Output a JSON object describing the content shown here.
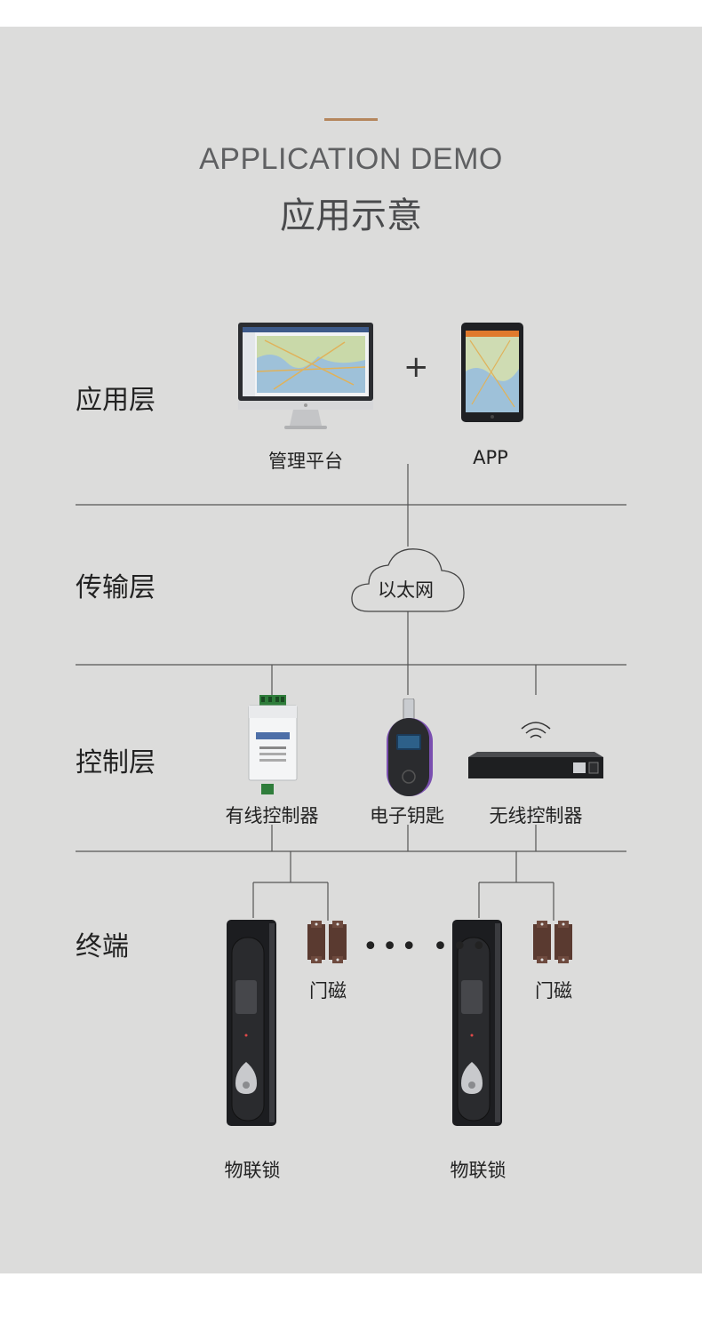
{
  "header": {
    "title_en": "APPLICATION DEMO",
    "title_cn": "应用示意"
  },
  "layers": {
    "application": "应用层",
    "transmission": "传输层",
    "control": "控制层",
    "terminal": "终端"
  },
  "application_items": {
    "platform": "管理平台",
    "plus": "+",
    "app": "APP"
  },
  "transmission": {
    "network": "以太网"
  },
  "control_items": {
    "wired": "有线控制器",
    "ekey": "电子钥匙",
    "wireless": "无线控制器"
  },
  "terminal_items": {
    "sensor_left": "门磁",
    "sensor_right": "门磁",
    "lock_left": "物联锁",
    "lock_right": "物联锁",
    "ellipsis": "•••  •••"
  },
  "colors": {
    "background": "#dcdcdb",
    "accent": "#b5865c",
    "line": "#555555"
  }
}
